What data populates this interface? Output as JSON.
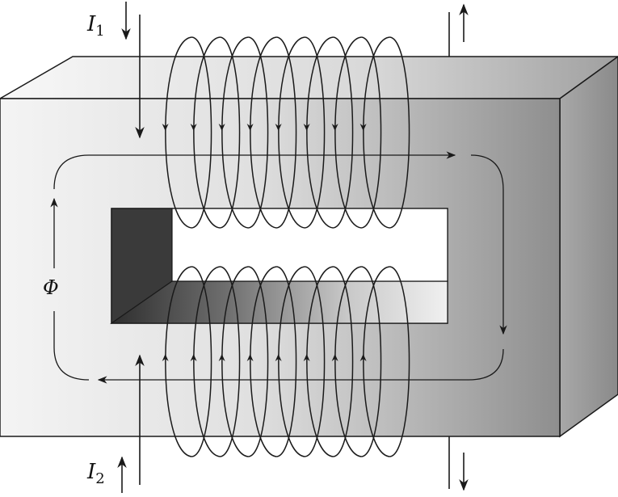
{
  "labels": {
    "current_top": {
      "symbol": "I",
      "subscript": "1"
    },
    "current_bottom": {
      "symbol": "I",
      "subscript": "2"
    },
    "flux": "Φ"
  },
  "colors": {
    "stroke": "#1a1a1a",
    "core_light": "#f2f2f2",
    "core_dark": "#8a8a8a",
    "window_dark": "#3a3a3a",
    "background": "#ffffff"
  },
  "coils": {
    "upper_turns": 8,
    "lower_turns": 8
  }
}
